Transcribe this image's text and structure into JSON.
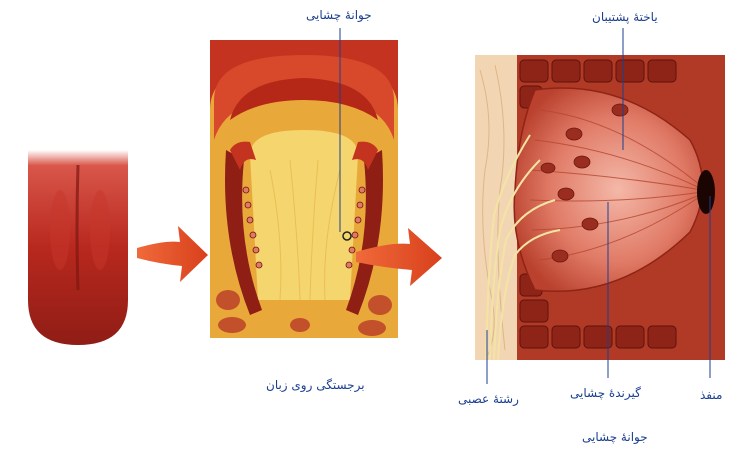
{
  "labels": {
    "taste_bud_top": "جوانهٔ چشایی",
    "tongue_papilla": "برجستگی روی زبان",
    "supporting_cell": "یاختهٔ پشتیبان",
    "nerve_fiber": "رشتهٔ عصبی",
    "taste_receptor": "گیرندهٔ چشایی",
    "taste_bud_bottom": "جوانهٔ چشایی",
    "pore": "منفذ"
  },
  "colors": {
    "arrow": "#e8512a",
    "label": "#1b3f8f",
    "tongue": "#b8281e",
    "tissue": "#c4331f",
    "core": "#f3d36a"
  }
}
